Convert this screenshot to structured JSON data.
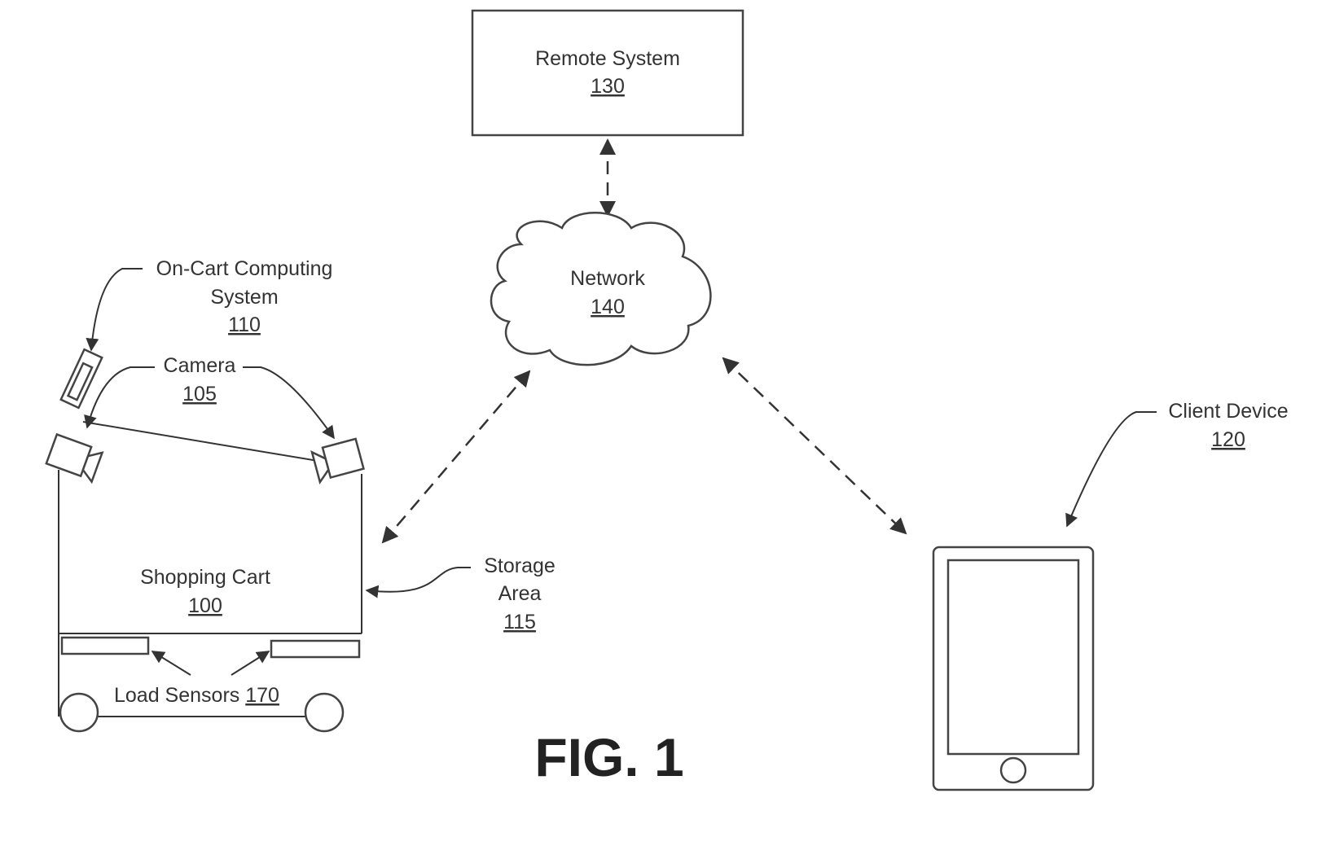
{
  "remote_system": {
    "name": "Remote System",
    "ref": "130"
  },
  "network": {
    "name": "Network",
    "ref": "140"
  },
  "on_cart_computing": {
    "line1": "On-Cart Computing",
    "line2": "System",
    "ref": "110"
  },
  "camera": {
    "name": "Camera",
    "ref": "105"
  },
  "shopping_cart": {
    "name": "Shopping Cart",
    "ref": "100"
  },
  "storage_area": {
    "line1": "Storage",
    "line2": "Area",
    "ref": "115"
  },
  "load_sensors": {
    "name": "Load Sensors",
    "ref": "170"
  },
  "client_device": {
    "name": "Client Device",
    "ref": "120"
  },
  "figure_label": "FIG. 1"
}
